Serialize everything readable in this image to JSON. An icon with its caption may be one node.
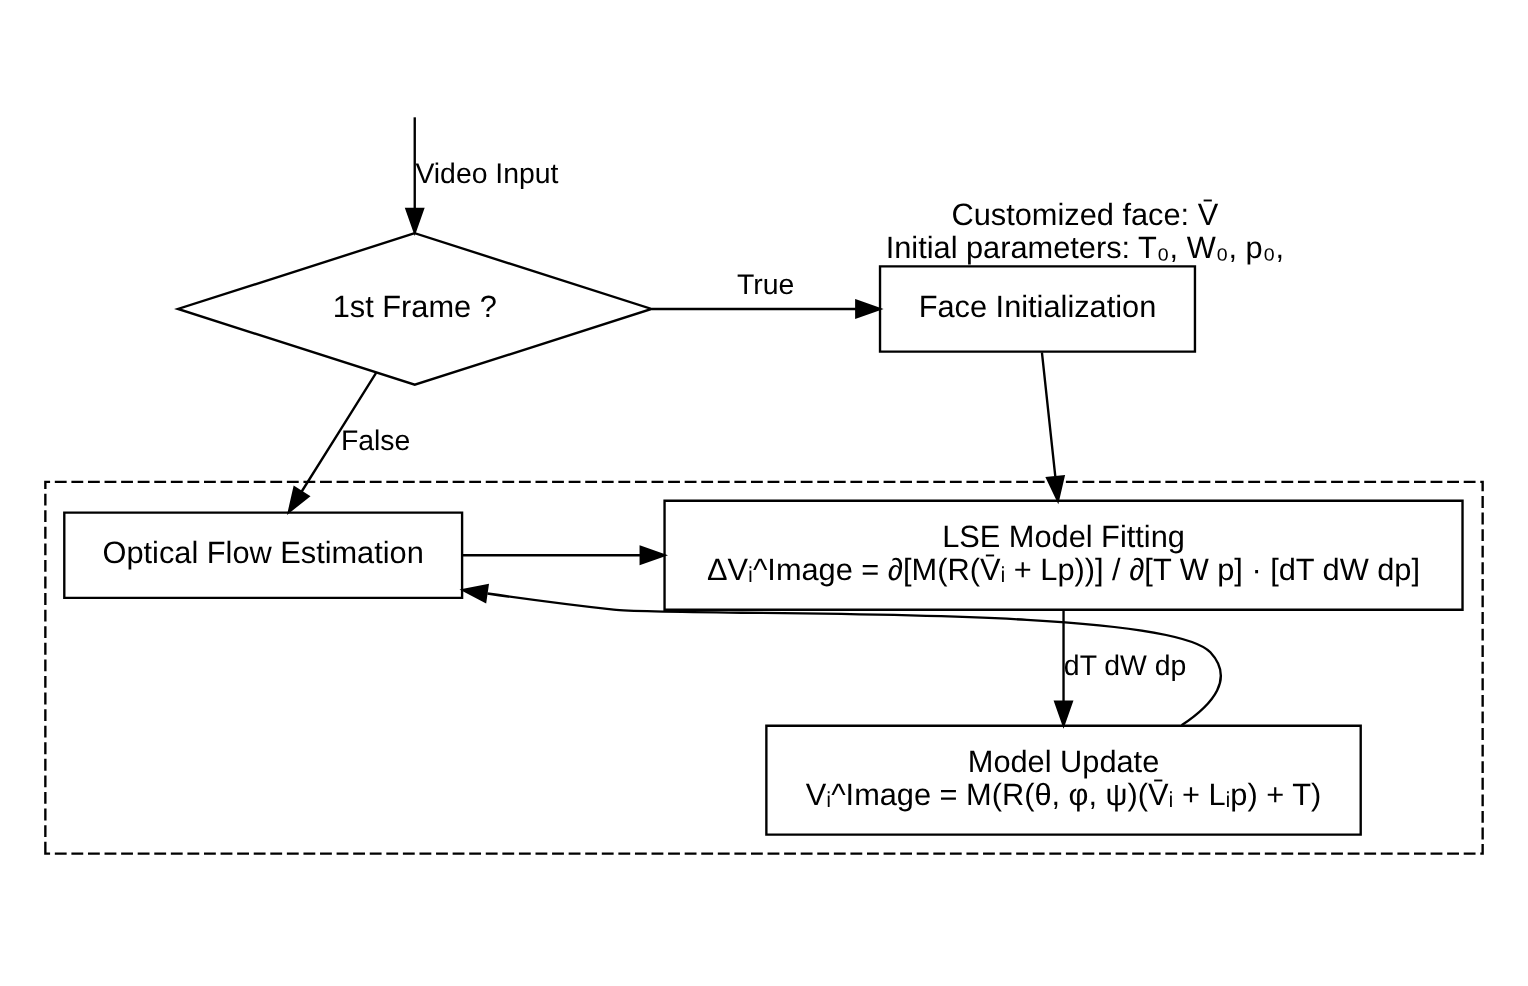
{
  "diagram": {
    "nodes": [
      {
        "text": [
          "1st Frame ?"
        ]
      },
      {
        "text": [
          "Face Initialization"
        ],
        "beside": [
          "Customized face: V̄",
          "Initial parameters: T₀, W₀, p₀,"
        ]
      },
      {
        "text": [],
        "shape": "box"
      },
      {
        "text": [
          "Optical Flow Estimation"
        ],
        "in": 2
      },
      {
        "text": [
          "LSE Model Fitting",
          "ΔVᵢ^Image = ∂[M(R(V̄ᵢ + Lp))] / ∂[T W p] · [dT dW dp]"
        ],
        "in": 2
      },
      {
        "text": [
          "Model Update",
          "Vᵢ^Image = M(R(θ, φ, ψ)(V̄ᵢ + Lᵢp) + T)"
        ],
        "in": 2
      }
    ],
    "edges": [
      {
        "from": null,
        "to": 0,
        "arrow": "to",
        "label": "Video Input"
      },
      {
        "from": 0,
        "to": 1,
        "arrow": "to",
        "label": "True"
      },
      {
        "from": 0,
        "to": 3,
        "arrow": "to",
        "label": "False"
      },
      {
        "from": 1,
        "to": 4,
        "arrow": "to"
      },
      {
        "from": 3,
        "to": 4,
        "arrow": "to"
      },
      {
        "from": 4,
        "to": 5,
        "arrow": "to",
        "label": "dT dW dp"
      },
      {
        "from": 5,
        "to": 3,
        "arrow": "to"
      }
    ]
  }
}
